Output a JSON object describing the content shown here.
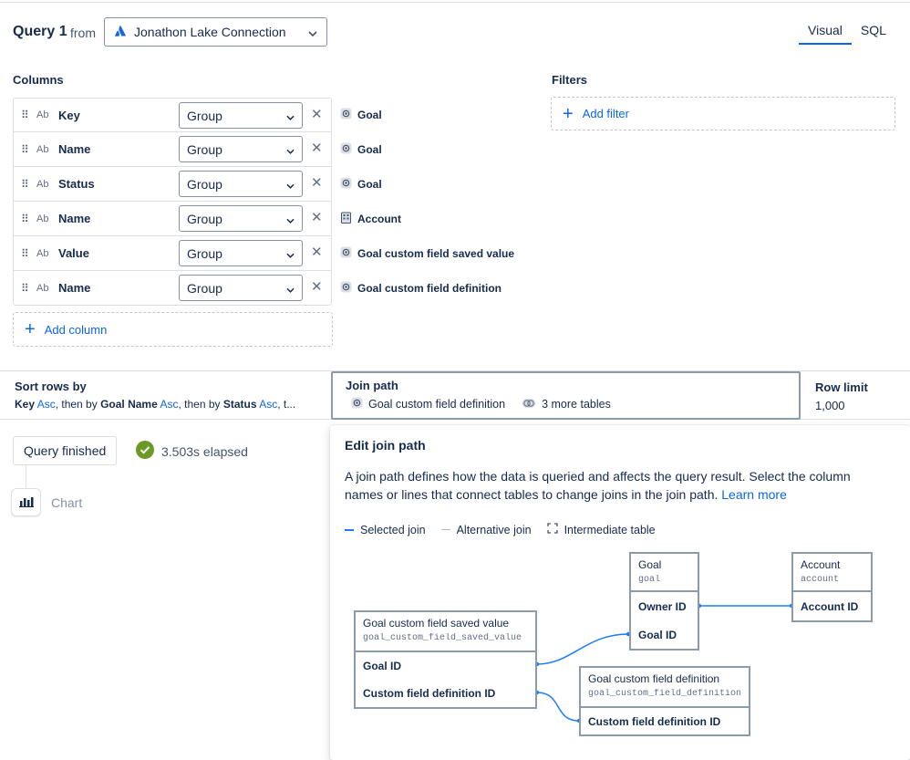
{
  "header": {
    "query_title": "Query 1",
    "from_label": "from",
    "connection": "Jonathon Lake Connection",
    "tabs": [
      {
        "label": "Visual",
        "active": true
      },
      {
        "label": "SQL",
        "active": false
      }
    ]
  },
  "columns": {
    "label": "Columns",
    "rows": [
      {
        "type": "Ab",
        "name": "Key",
        "aggregation": "Group",
        "source": "Goal",
        "source_icon": "goal-icon"
      },
      {
        "type": "Ab",
        "name": "Name",
        "aggregation": "Group",
        "source": "Goal",
        "source_icon": "goal-icon"
      },
      {
        "type": "Ab",
        "name": "Status",
        "aggregation": "Group",
        "source": "Goal",
        "source_icon": "goal-icon"
      },
      {
        "type": "Ab",
        "name": "Name",
        "aggregation": "Group",
        "source": "Account",
        "source_icon": "building-icon"
      },
      {
        "type": "Ab",
        "name": "Value",
        "aggregation": "Group",
        "source": "Goal custom field saved value",
        "source_icon": "goal-icon"
      },
      {
        "type": "Ab",
        "name": "Name",
        "aggregation": "Group",
        "source": "Goal custom field definition",
        "source_icon": "goal-icon"
      }
    ],
    "add_label": "Add column"
  },
  "filters": {
    "label": "Filters",
    "add_label": "Add filter"
  },
  "sort": {
    "label": "Sort rows by",
    "parts": {
      "f1": "Key",
      "d1": "Asc",
      "then1": ", then by ",
      "f2": "Goal Name",
      "d2": "Asc",
      "then2": ", then by ",
      "f3": "Status",
      "d3": "Asc",
      "tail": ", t..."
    }
  },
  "join_path": {
    "label": "Join path",
    "table": "Goal custom field definition",
    "more": "3 more tables"
  },
  "row_limit": {
    "label": "Row limit",
    "value": "1,000"
  },
  "status": {
    "badge": "Query finished",
    "elapsed": "3.503s elapsed"
  },
  "chart": {
    "label": "Chart"
  },
  "edit_join": {
    "title": "Edit join path",
    "description": "A join path defines how the data is queried and affects the query result. Select the column names or lines that connect tables to change joins in the join path.",
    "learn_more": "Learn more",
    "legend": {
      "selected": "Selected join",
      "alternative": "Alternative join",
      "intermediate": "Intermediate table"
    },
    "tables": {
      "goal": {
        "name": "Goal",
        "id": "goal",
        "fields": [
          "Owner ID",
          "Goal ID"
        ]
      },
      "account": {
        "name": "Account",
        "id": "account",
        "fields": [
          "Account ID"
        ]
      },
      "saved_value": {
        "name": "Goal custom field saved value",
        "id": "goal_custom_field_saved_value",
        "fields": [
          "Goal ID",
          "Custom field definition ID"
        ]
      },
      "definition": {
        "name": "Goal custom field definition",
        "id": "goal_custom_field_definition",
        "fields": [
          "Custom field definition ID"
        ]
      }
    }
  },
  "colors": {
    "accent": "#0c66e4",
    "join_line": "#1d7afc",
    "success": "#22a06b"
  }
}
